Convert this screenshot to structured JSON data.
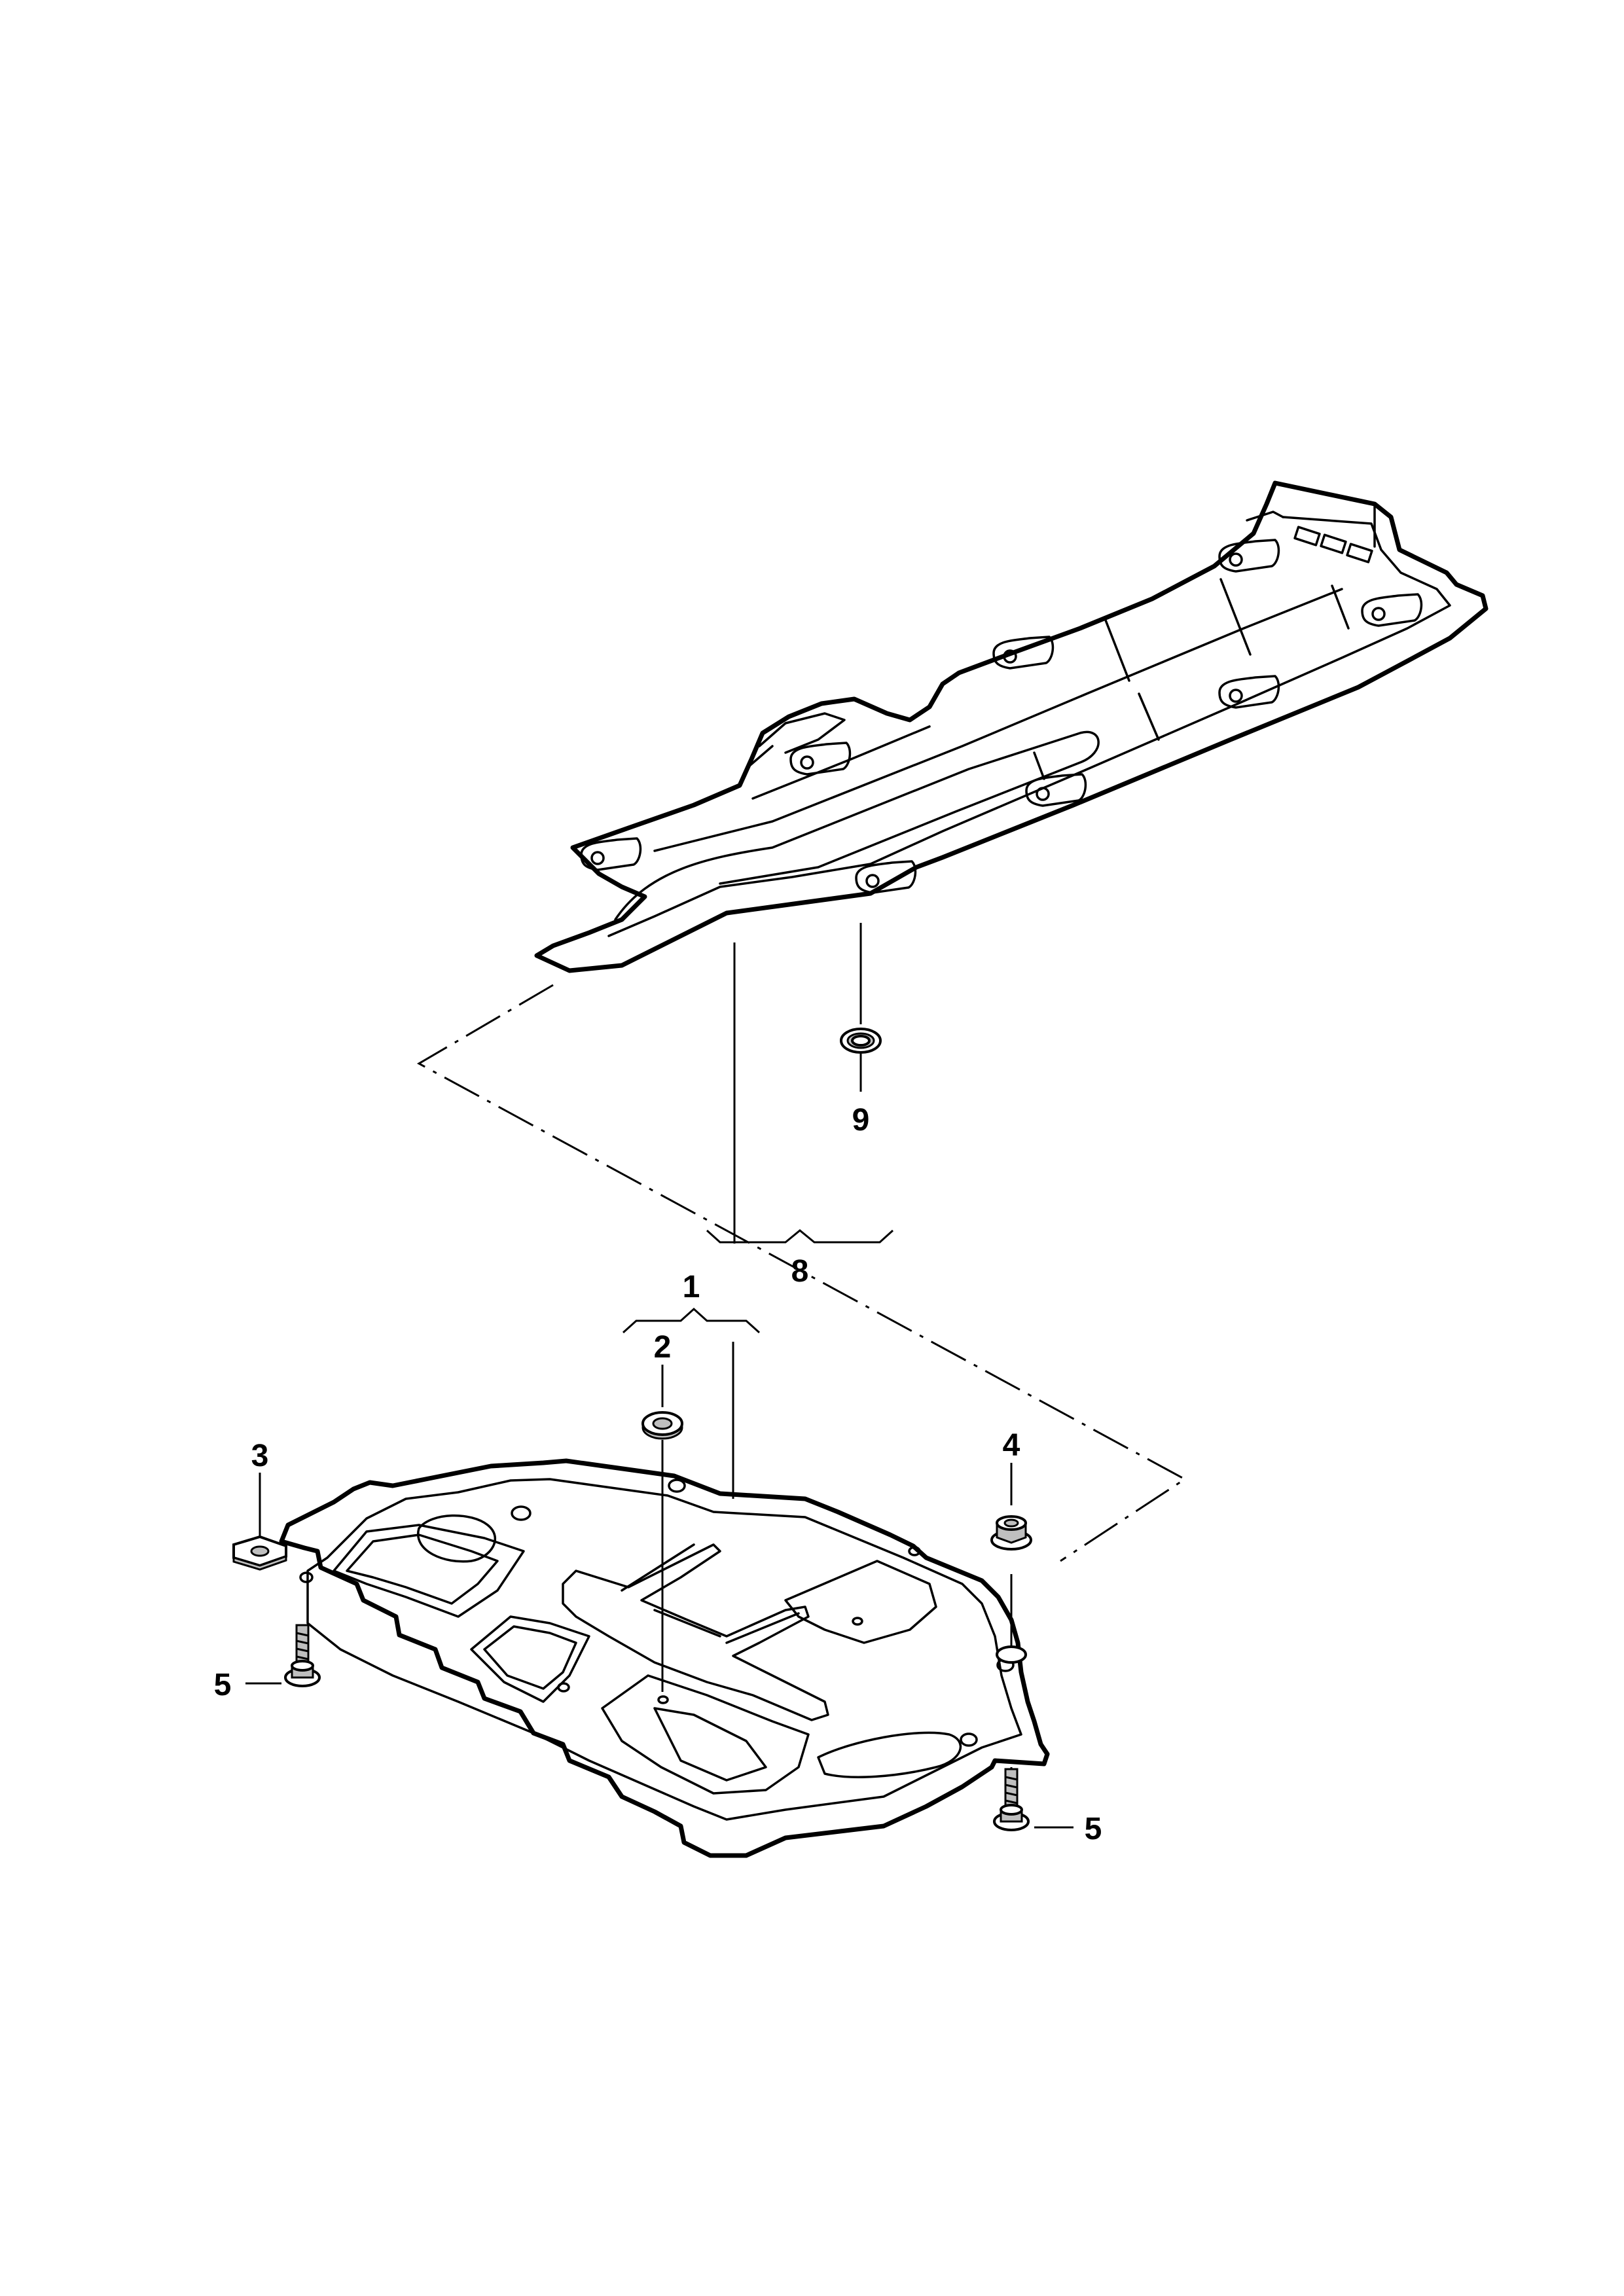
{
  "callouts": {
    "c1": "1",
    "c2": "2",
    "c3": "3",
    "c4": "4",
    "c5a": "5",
    "c5b": "5",
    "c8": "8",
    "c9": "9"
  },
  "colors": {
    "line": "#000000",
    "background": "#ffffff",
    "part_shade": "#bfbfbf"
  }
}
